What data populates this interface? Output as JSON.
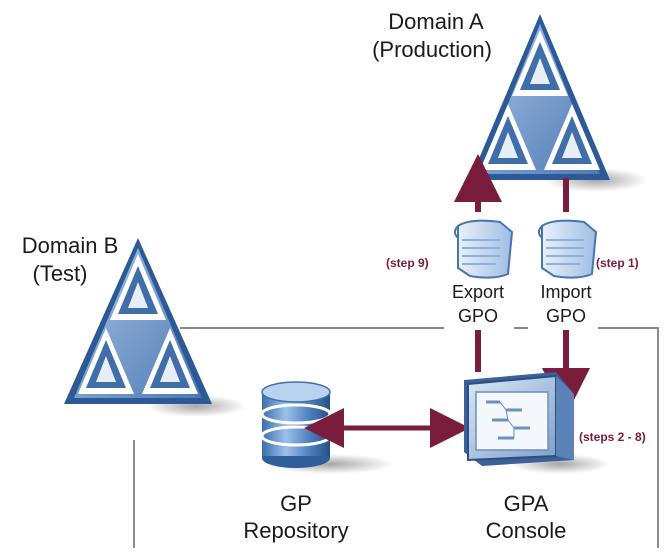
{
  "domain_a": {
    "title": "Domain A",
    "subtitle": "(Production)"
  },
  "domain_b": {
    "title": "Domain B",
    "subtitle": "(Test)"
  },
  "export_gpo": {
    "line1": "Export",
    "line2": "GPO",
    "step": "(step 9)"
  },
  "import_gpo": {
    "line1": "Import",
    "line2": "GPO",
    "step": "(step 1)"
  },
  "gp_repository": {
    "line1": "GP",
    "line2": "Repository"
  },
  "gpa_console": {
    "line1": "GPA",
    "line2": "Console",
    "step": "(steps 2 - 8)"
  },
  "colors": {
    "arrow": "#7a1c3c",
    "triangle_blue": "#6c93c5",
    "triangle_dark": "#2b5a97",
    "box_border": "#8a8a8a"
  }
}
